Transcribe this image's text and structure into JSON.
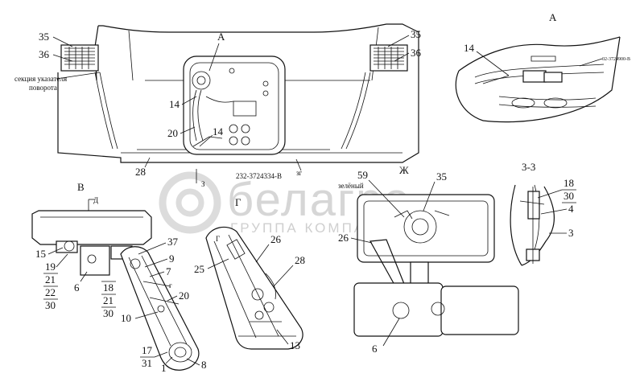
{
  "views": {
    "A": "А",
    "B": "В",
    "G1": "Г",
    "G2": "г",
    "G3": "Г",
    "D": "Д",
    "Zh": "Ж",
    "Z": "З",
    "section": "3-3"
  },
  "labels": {
    "turn_lamp_frame": "секция указателя",
    "turn_lamp_frame2": "поворота",
    "part_number_a": "02-3724900-В",
    "part_number_b": "232-3724334-В",
    "green": "зелёный",
    "gr": "зг"
  },
  "callouts": {
    "c35a": "35",
    "c36a": "36",
    "c35b": "35",
    "c36b": "36",
    "c14a": "14",
    "c14b": "14",
    "c14c": "14",
    "c20a": "20",
    "c28a": "28",
    "c59": "59",
    "c35c": "35",
    "c26a": "26",
    "c6b": "6",
    "c18a": "18",
    "c30a": "30",
    "c4": "4",
    "c3": "3",
    "c15": "15",
    "c19": "19",
    "c21a": "21",
    "c22": "22",
    "c30b": "30",
    "c6a": "6",
    "c18b": "18",
    "c21b": "21",
    "c30c": "30",
    "c37": "37",
    "c9": "9",
    "c7": "7",
    "c20b": "20",
    "c10": "10",
    "c17": "17",
    "c31": "31",
    "c1": "1",
    "c8": "8",
    "c25": "25",
    "c26b": "26",
    "c28b": "28",
    "c13": "13"
  },
  "watermark": {
    "brand": "белагро",
    "subtitle": "ГРУППА КОМПАНИЙ"
  }
}
